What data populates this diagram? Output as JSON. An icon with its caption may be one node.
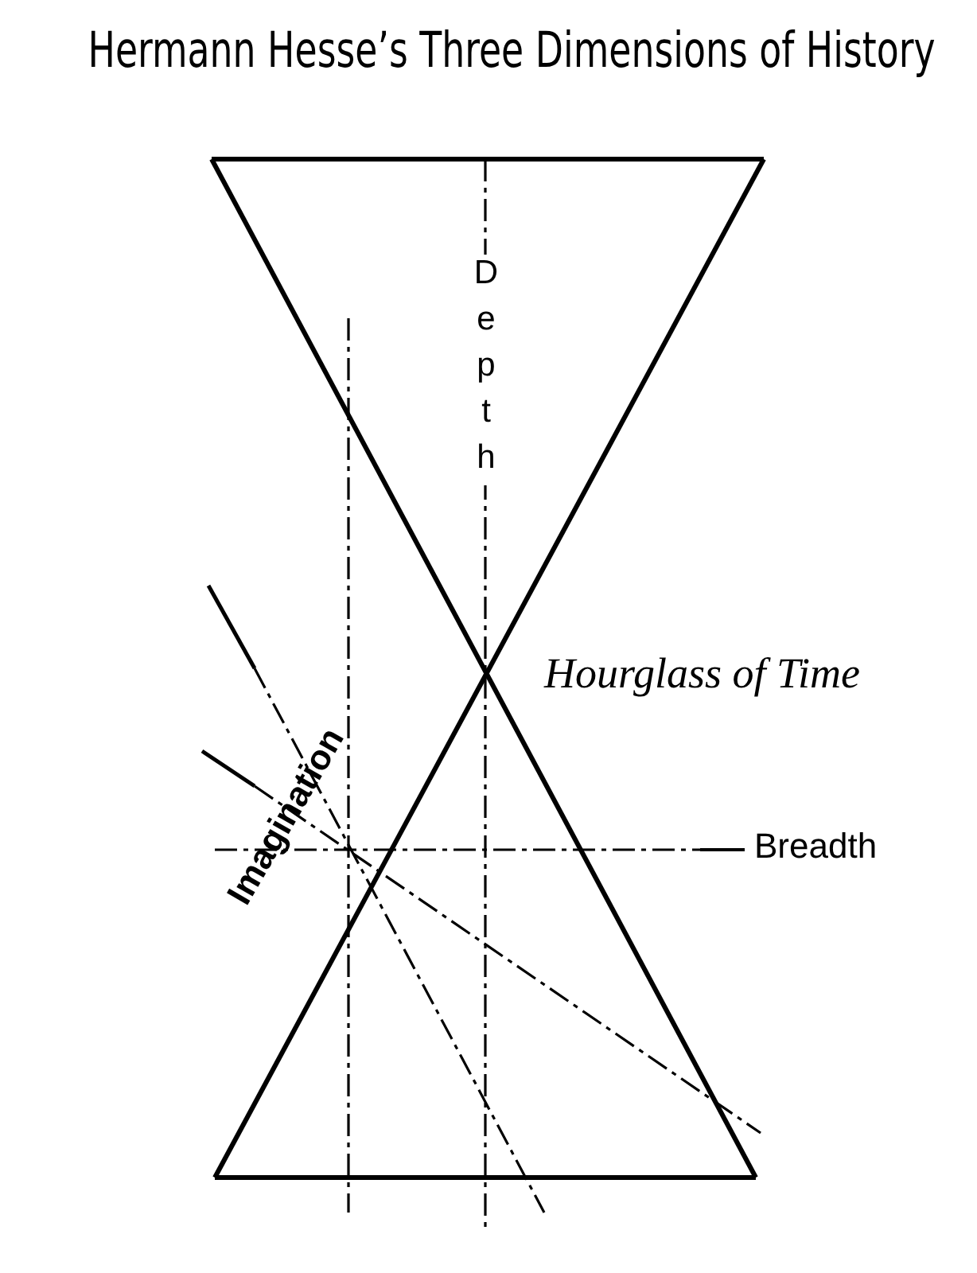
{
  "diagram": {
    "title": "Hermann Hesse’s Three Dimensions of History",
    "labels": [
      "Depth",
      "Hourglass of Time",
      "Imagination",
      "Breadth"
    ]
  }
}
